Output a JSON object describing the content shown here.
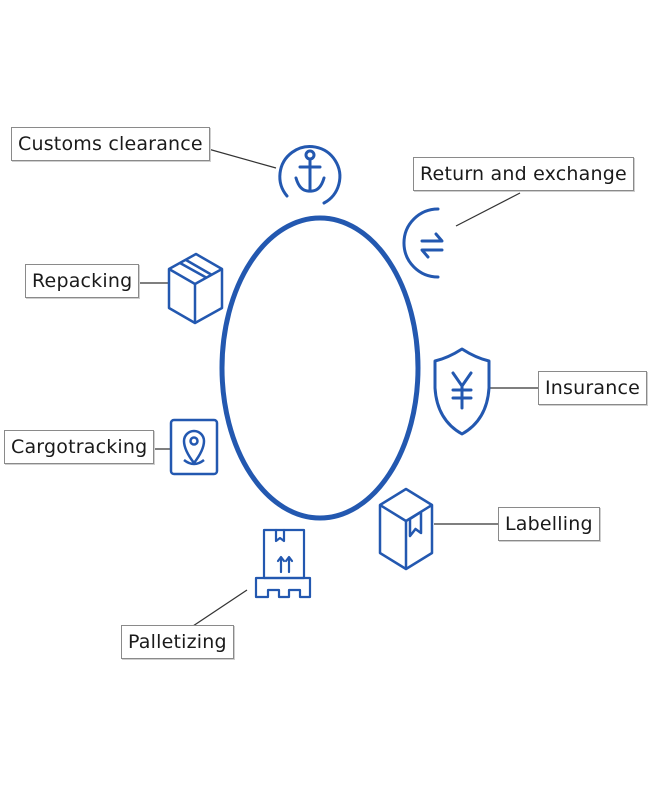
{
  "colors": {
    "accent": "#2358b0",
    "line": "#333333"
  },
  "services": [
    {
      "label": "Customs clearance",
      "icon": "anchor-icon"
    },
    {
      "label": "Return and exchange",
      "icon": "exchange-arrows-icon"
    },
    {
      "label": "Repacking",
      "icon": "box-icon"
    },
    {
      "label": "Insurance",
      "icon": "yen-shield-icon"
    },
    {
      "label": "Cargotracking",
      "icon": "location-pin-icon"
    },
    {
      "label": "Labelling",
      "icon": "labelled-box-icon"
    },
    {
      "label": "Palletizing",
      "icon": "pallet-icon"
    }
  ]
}
